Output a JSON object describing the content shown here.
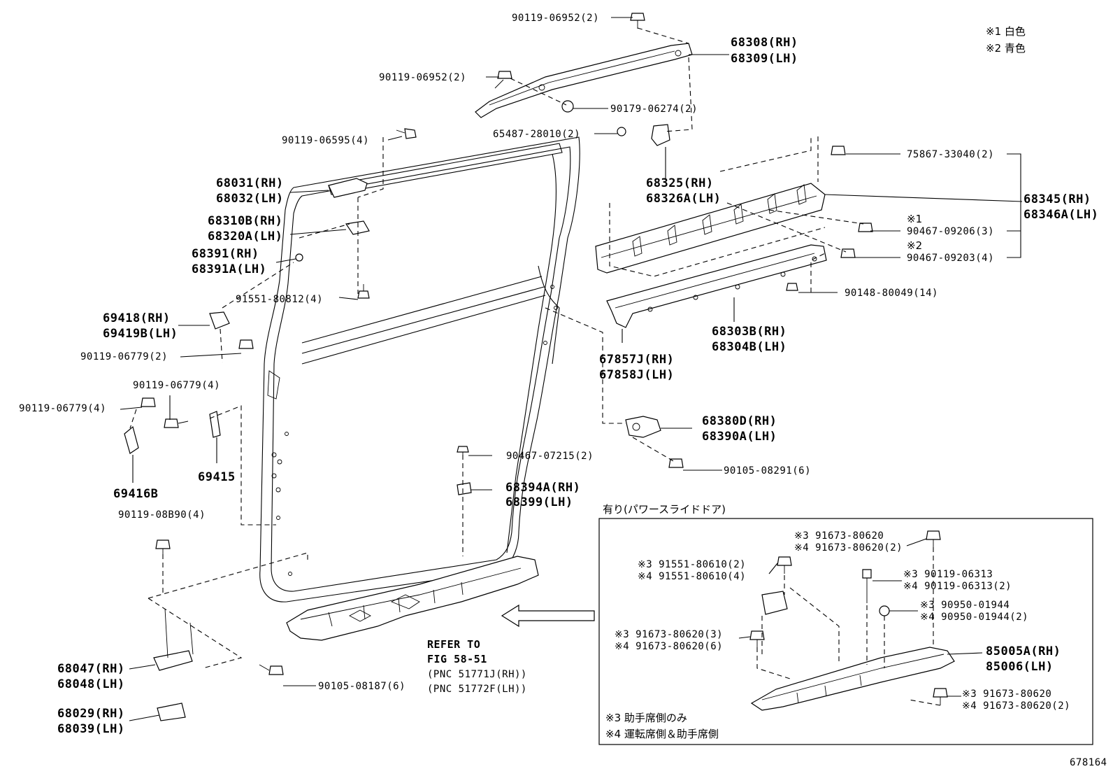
{
  "labels": {
    "p_90119_06952_top": "90119-06952(2)",
    "p_68308": "68308(RH)",
    "p_68309": "68309(LH)",
    "p_90119_06952_left": "90119-06952(2)",
    "p_90179_06274": "90179-06274(2)",
    "p_65487_28010": "65487-28010(2)",
    "p_90119_06595": "90119-06595(4)",
    "p_68325": "68325(RH)",
    "p_68326A": "68326A(LH)",
    "p_68031": "68031(RH)",
    "p_68032": "68032(LH)",
    "p_68310B": "68310B(RH)",
    "p_68320A": "68320A(LH)",
    "p_68391": "68391(RH)",
    "p_68391A": "68391A(LH)",
    "p_91551_80812": "91551-80812(4)",
    "p_69418": "69418(RH)",
    "p_69419B": "69419B(LH)",
    "p_90119_06779_a": "90119-06779(2)",
    "p_90119_06779_b": "90119-06779(4)",
    "p_90119_06779_c": "90119-06779(4)",
    "p_69416B": "69416B",
    "p_69415": "69415",
    "p_90119_08B90": "90119-08B90(4)",
    "p_75867_33040": "75867-33040(2)",
    "p_68345": "68345(RH)",
    "p_68346A": "68346A(LH)",
    "mark1": "※1",
    "p_90467_09206": "90467-09206(3)",
    "mark2": "※2",
    "p_90467_09203": "90467-09203(4)",
    "p_90148_80049": "90148-80049(14)",
    "p_68303B": "68303B(RH)",
    "p_68304B": "68304B(LH)",
    "p_67857J": "67857J(RH)",
    "p_67858J": "67858J(LH)",
    "p_68380D": "68380D(RH)",
    "p_68390A": "68390A(LH)",
    "p_90105_08291": "90105-08291(6)",
    "p_90467_07215": "90467-07215(2)",
    "p_68394A": "68394A(RH)",
    "p_68399": "68399(LH)",
    "p_68047": "68047(RH)",
    "p_68048": "68048(LH)",
    "p_68029": "68029(RH)",
    "p_68039": "68039(LH)",
    "p_90105_08187": "90105-08187(6)",
    "refer1": "REFER TO",
    "refer2": "FIG 58-51",
    "refer3": "(PNC 51771J(RH))",
    "refer4": "(PNC 51772F(LH))"
  },
  "legend": {
    "l1": "※1 白色",
    "l2": "※2 青色"
  },
  "inset": {
    "title": "有り(パワースライドドア)",
    "i1a": "※3 91673-80620",
    "i1b": "※4 91673-80620(2)",
    "i2a": "※3 91551-80610(2)",
    "i2b": "※4 91551-80610(4)",
    "i3a": "※3 90119-06313",
    "i3b": "※4 90119-06313(2)",
    "i4a": "※3 90950-01944",
    "i4b": "※4 90950-01944(2)",
    "i5a": "※3 91673-80620(3)",
    "i5b": "※4 91673-80620(6)",
    "p_85005A": "85005A(RH)",
    "p_85006": "85006(LH)",
    "i6a": "※3 91673-80620",
    "i6b": "※4 91673-80620(2)",
    "n3": "※3 助手席側のみ",
    "n4": "※4 運転席側＆助手席側"
  },
  "figure_id": "678164"
}
